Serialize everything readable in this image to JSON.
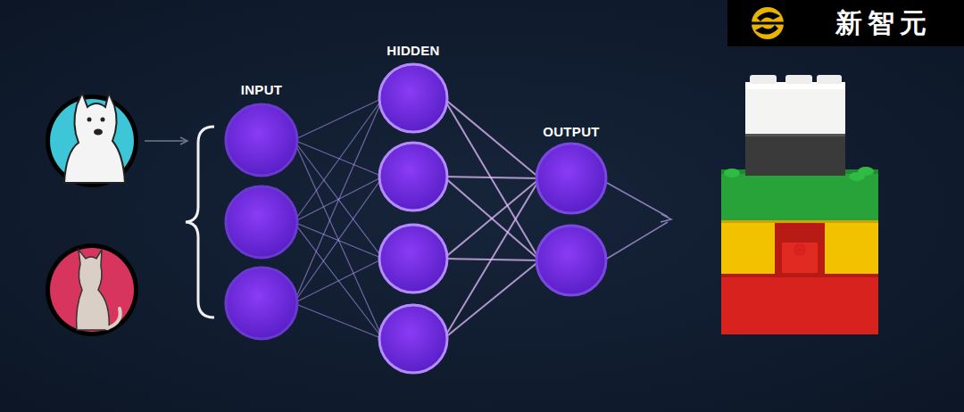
{
  "diagram": {
    "labels": [
      "INPUT",
      "HIDDEN",
      "OUTPUT",
      "新智元"
    ]
  }
}
